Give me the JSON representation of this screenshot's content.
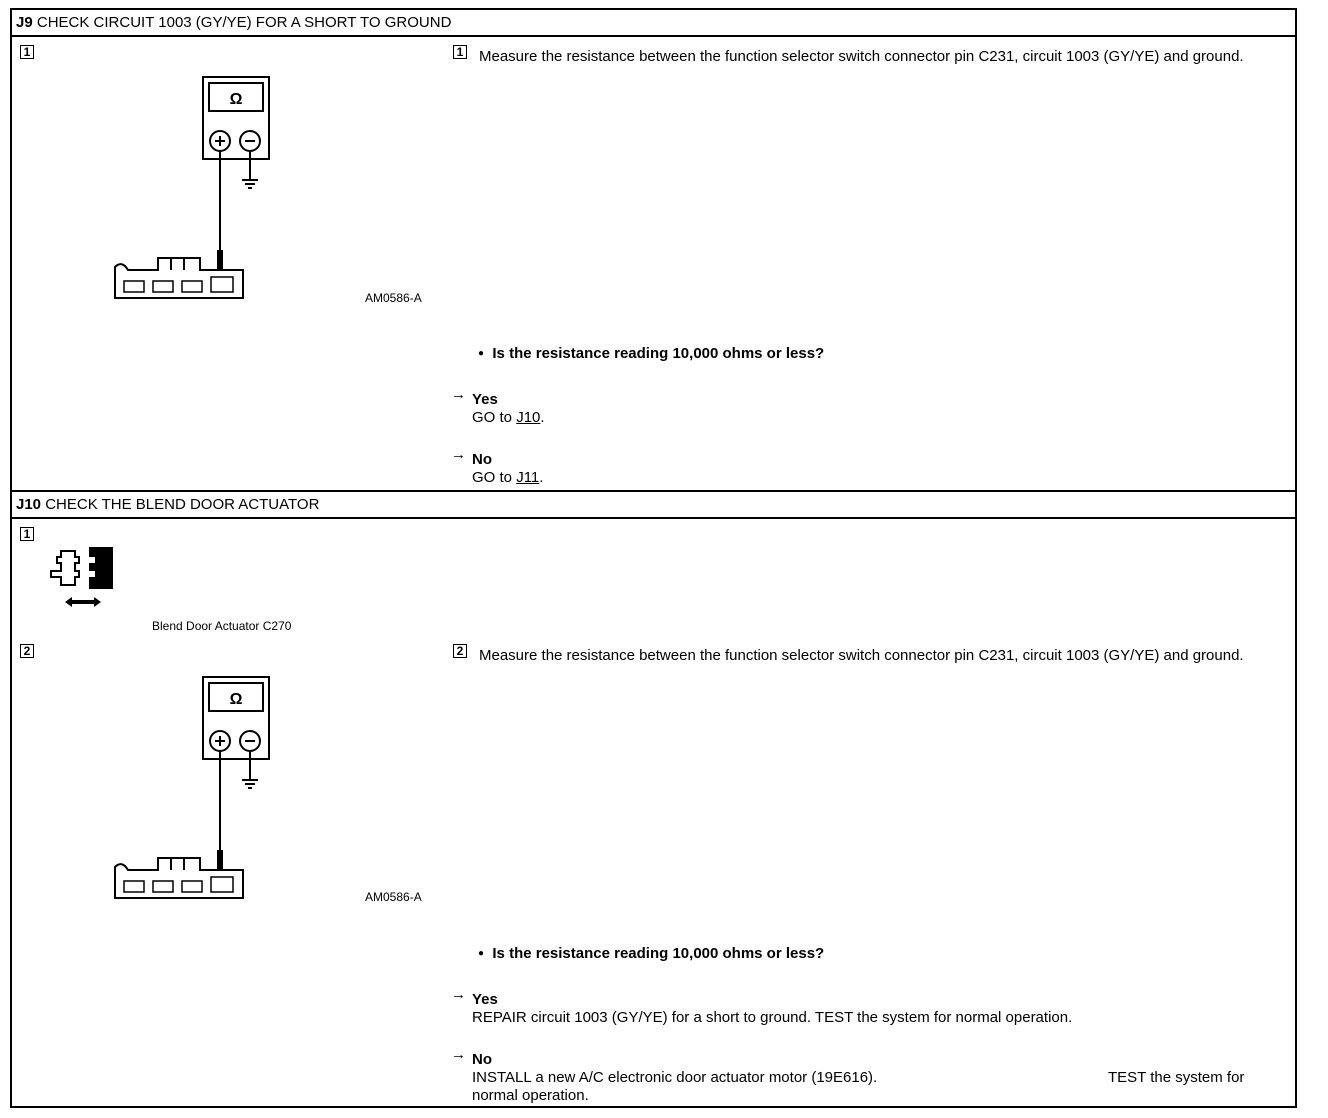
{
  "j9": {
    "id": "J9",
    "title": "CHECK CIRCUIT 1003 (GY/YE) FOR A SHORT TO GROUND",
    "step1": {
      "num": "1",
      "text": "Measure the resistance between the function selector switch connector pin C231, circuit 1003 (GY/YE) and ground.",
      "figure_id": "AM0586-A",
      "meter_symbol": "Ω"
    },
    "question": "Is the resistance reading 10,000 ohms or less?",
    "yes_label": "Yes",
    "yes_text_pre": "GO to ",
    "yes_link": "J10",
    "yes_text_post": ".",
    "no_label": "No",
    "no_text_pre": "GO to ",
    "no_link": "J11",
    "no_text_post": "."
  },
  "j10": {
    "id": "J10",
    "title": "CHECK THE BLEND DOOR ACTUATOR",
    "step1": {
      "num": "1",
      "caption": "Blend Door Actuator C270"
    },
    "step2": {
      "num": "2",
      "text": "Measure the resistance between the function selector switch connector pin C231, circuit 1003 (GY/YE) and ground.",
      "figure_id": "AM0586-A",
      "meter_symbol": "Ω"
    },
    "question": "Is the resistance reading 10,000 ohms or less?",
    "yes_label": "Yes",
    "yes_text": "REPAIR circuit 1003 (GY/YE) for a short to ground. TEST the system for normal operation.",
    "no_label": "No",
    "no_text_a": "INSTALL a new A/C electronic door actuator motor (19E616).",
    "no_text_b": "TEST the system for",
    "no_text_c": "normal operation."
  },
  "symbols": {
    "arrow": "→",
    "bullet": "●",
    "plus": "+",
    "minus": "−"
  }
}
